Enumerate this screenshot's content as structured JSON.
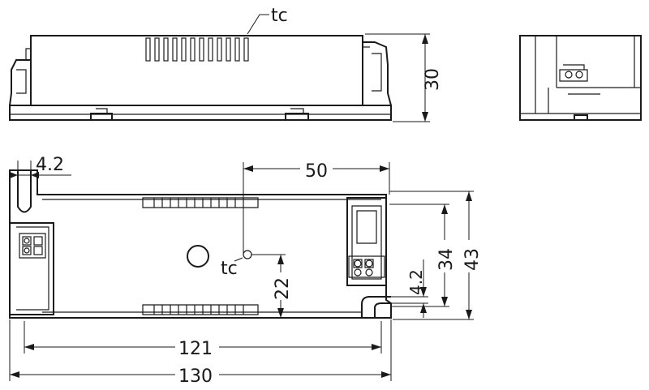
{
  "labels": {
    "tc_top": "tc",
    "tc_bottom": "tc",
    "height_side": "30",
    "offset_left": "4.2",
    "tc_x_distance": "50",
    "tc_y_distance": "22",
    "mount_spacing_y": "34",
    "overall_width": "43",
    "offset_right": "4.2",
    "mount_spacing_x": "121",
    "overall_length": "130"
  },
  "colors": {
    "stroke": "#1a1a1a",
    "background": "#ffffff"
  }
}
